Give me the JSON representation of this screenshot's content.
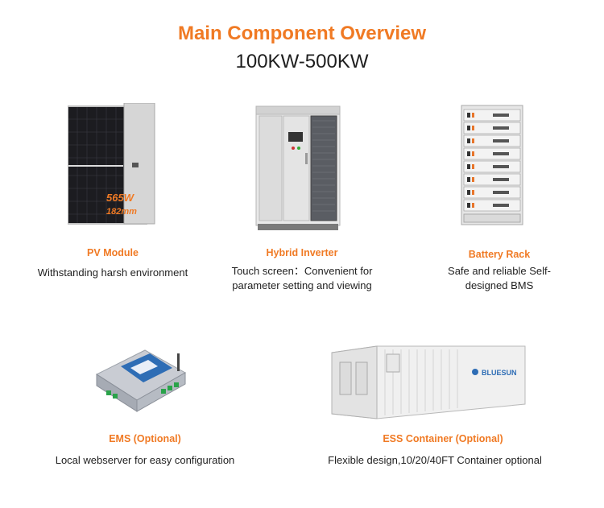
{
  "header": {
    "title": "Main Component Overview",
    "subtitle": "100KW-500KW"
  },
  "components": [
    {
      "label": "PV Module",
      "description": "Withstanding harsh environment",
      "image_text": [
        "565W",
        "182mm"
      ]
    },
    {
      "label": "Hybrid Inverter",
      "description_line1": "Touch screen：Convenient for",
      "description_line2": "parameter setting and viewing"
    },
    {
      "label": "Battery Rack",
      "description_line1": "Safe and reliable Self-",
      "description_line2": "designed BMS"
    },
    {
      "label": "EMS (Optional)",
      "description": "Local webserver for easy configuration"
    },
    {
      "label": "ESS Container (Optional)",
      "description": "Flexible design,10/20/40FT Container optional",
      "image_text": "BLUESUN"
    }
  ],
  "colors": {
    "accent": "#f07a24",
    "text": "#222222"
  }
}
